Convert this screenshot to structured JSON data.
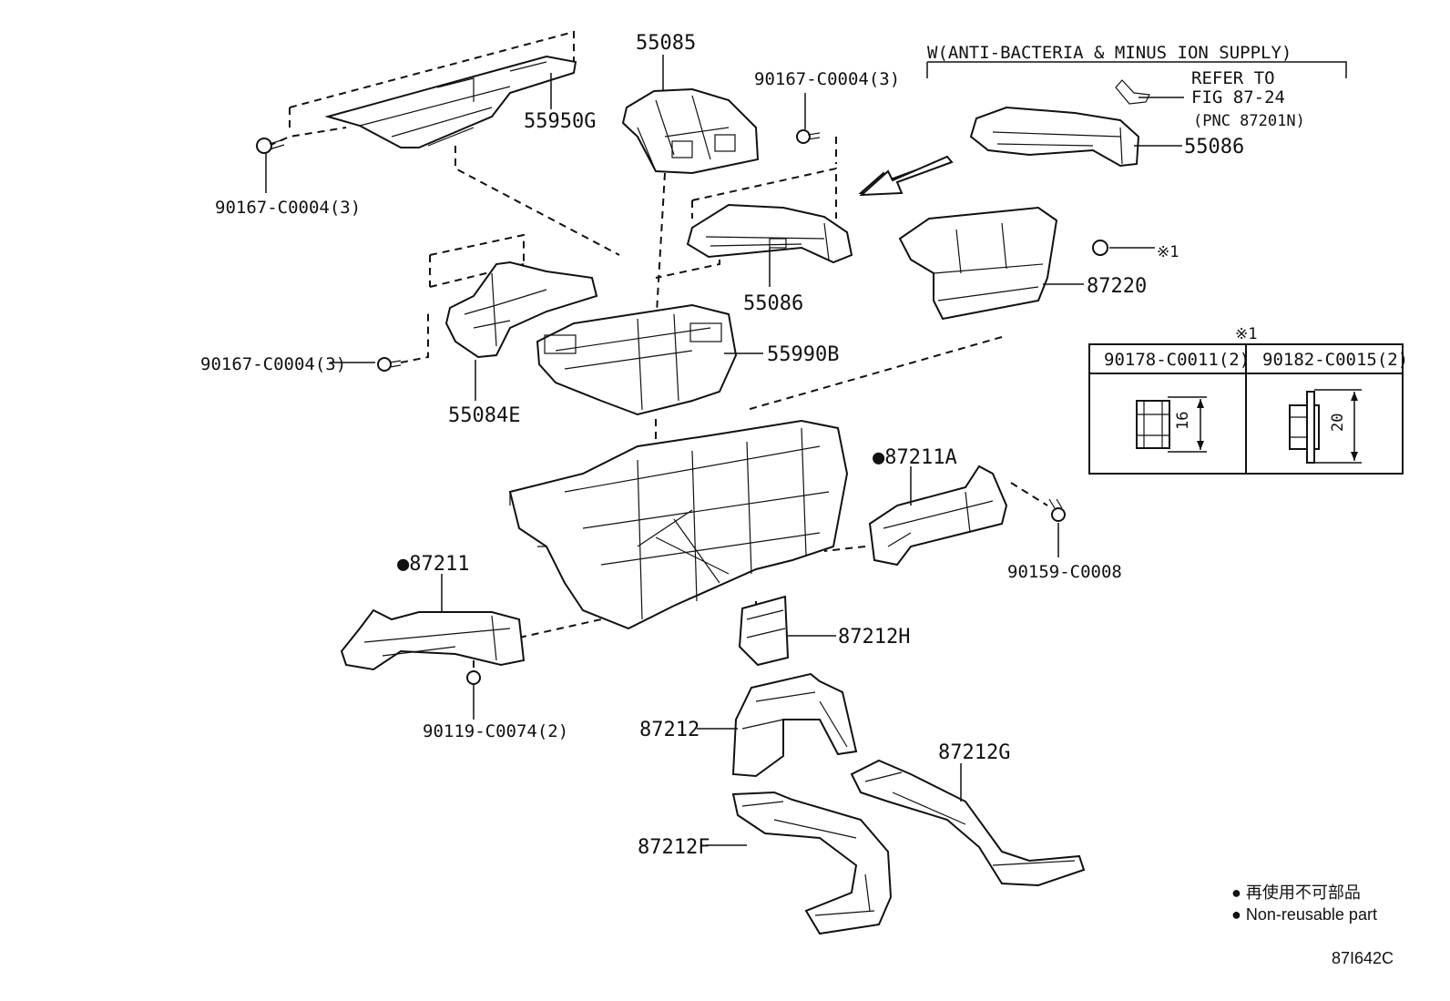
{
  "header_note": "W(ANTI-BACTERIA & MINUS ION SUPPLY)",
  "refer_line1": "REFER TO",
  "refer_line2": "FIG 87-24",
  "refer_line3": "(PNC 87201N)",
  "parts": {
    "p55085": "55085",
    "p55950G": "55950G",
    "p90167_a": "90167-C0004(3)",
    "p90167_b": "90167-C0004(3)",
    "p90167_c": "90167-C0004(3)",
    "p55086_top": "55086",
    "p55086_mid": "55086",
    "p87220": "87220",
    "p55990B": "55990B",
    "p55084E": "55084E",
    "p87211A": "●87211A",
    "p90159": "90159-C0008",
    "p87211": "●87211",
    "p87212H": "87212H",
    "p90119": "90119-C0074(2)",
    "p87212": "87212",
    "p87212G": "87212G",
    "p87212F": "87212F"
  },
  "callout_mark": "※1",
  "fastener_table": {
    "title": "※1",
    "col1_header": "90178-C0011(2)",
    "col2_header": "90182-C0015(2)",
    "col1_dim": "16",
    "col2_dim": "20"
  },
  "legend": {
    "line1": "● 再使用不可部品",
    "line2": "● Non-reusable part"
  },
  "figure_code": "87I642C"
}
